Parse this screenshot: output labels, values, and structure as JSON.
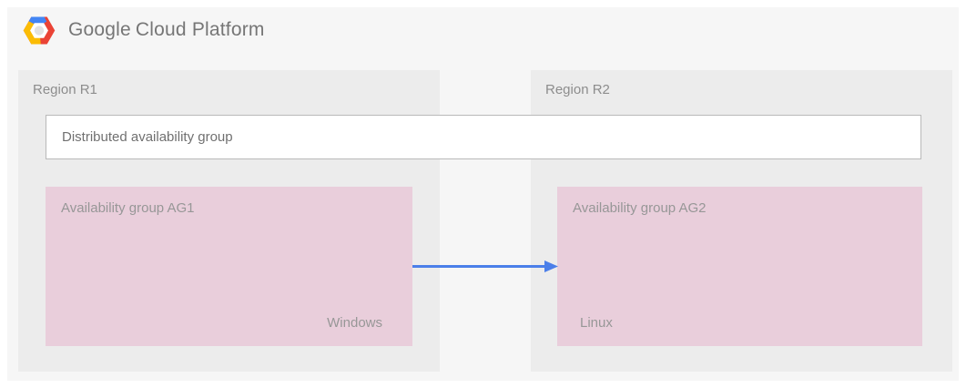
{
  "header": {
    "brand_primary": "Google",
    "brand_secondary": "Cloud Platform"
  },
  "theme": {
    "panel_bg": "#f6f6f6",
    "region_bg": "#ececec",
    "group_bg": "#e9cedb",
    "arrow_color": "#4b7fe9",
    "dist_border": "#b9b9b9",
    "brand_text": "#767676",
    "region_text": "#8d8d8d",
    "dist_text": "#707070",
    "group_text": "#979797",
    "logo_blue": "#4285f4",
    "logo_red": "#ea4335",
    "logo_yellow": "#fbbc05",
    "logo_core": "#e2e2e2"
  },
  "diagram": {
    "distributed_group": {
      "label": "Distributed availability group"
    },
    "regions": [
      {
        "label": "Region R1",
        "availability_group": {
          "label": "Availability group AG1",
          "os": "Windows"
        }
      },
      {
        "label": "Region R2",
        "availability_group": {
          "label": "Availability group AG2",
          "os": "Linux"
        }
      }
    ],
    "arrow": {
      "direction": "AG1 to AG2"
    }
  }
}
